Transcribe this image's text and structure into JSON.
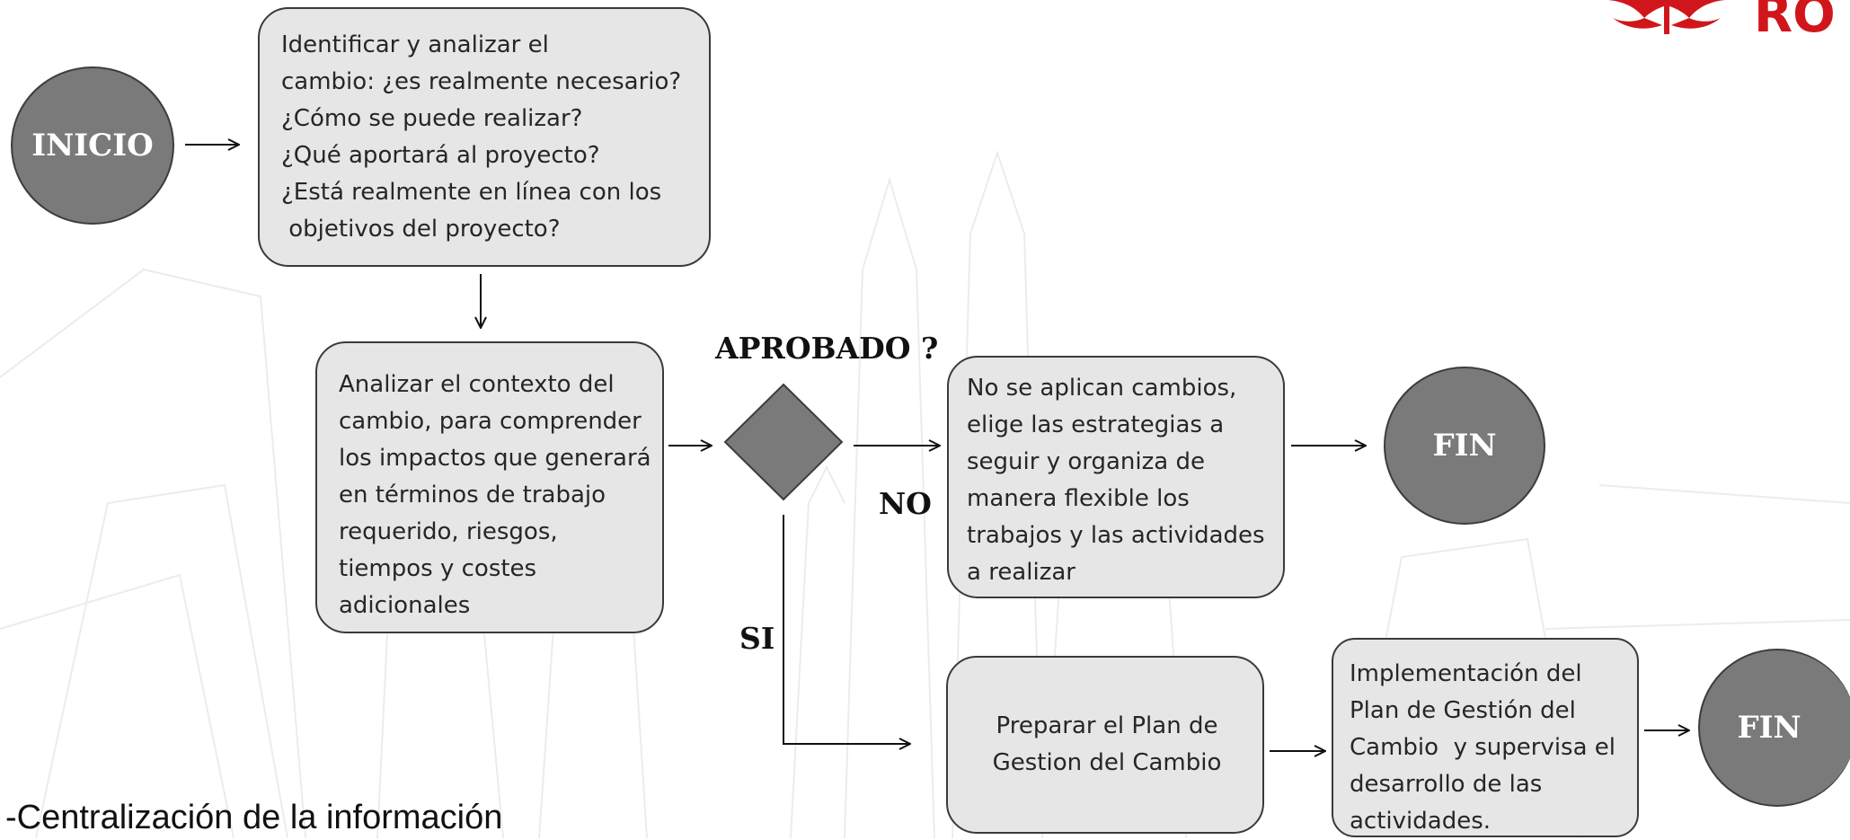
{
  "nodes": {
    "inicio": "INICIO",
    "identificar": [
      "Identificar y analizar el",
      "cambio: ¿es realmente necesario?",
      "¿Cómo se puede realizar?",
      "¿Qué aportará al proyecto?",
      "¿Está realmente en línea con los",
      " objetivos del proyecto?"
    ],
    "analizar": [
      "Analizar el contexto del",
      "cambio, para comprender",
      "los impactos que generará",
      "en términos de trabajo",
      "requerido, riesgos,",
      "tiempos y costes",
      "adicionales"
    ],
    "decision_label": "APROBADO ?",
    "no_label": "NO",
    "si_label": "SI",
    "no_cambios": [
      "No se aplican cambios,",
      "elige las estrategias a",
      "seguir y organiza de",
      "manera flexible los",
      "trabajos y las actividades",
      "a realizar"
    ],
    "fin_top": "FIN",
    "preparar": [
      "Preparar el Plan de",
      "Gestion del Cambio"
    ],
    "implementacion": [
      "Implementación del",
      "Plan de Gestión del",
      "Cambio  y supervisa el",
      "desarrollo de las",
      "actividades."
    ],
    "fin_bottom": "FIN"
  },
  "logo_text": "RO",
  "caption": "-Centralización de la información",
  "colors": {
    "circle_fill": "#7a7a7a",
    "box_fill": "#e6e6e6",
    "diamond_fill": "#7a7a7a",
    "logo_red": "#d0161b"
  }
}
